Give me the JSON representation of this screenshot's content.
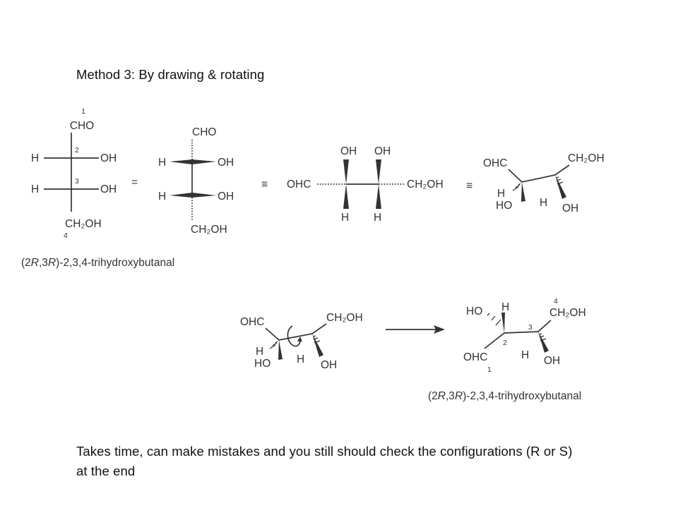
{
  "title": "Method 3: By drawing & rotating",
  "note": "Takes time, can make mistakes and you still should check the configurations (R or S) at the end",
  "labels": {
    "cho": "CHO",
    "oh": "OH",
    "h": "H",
    "ho": "HO",
    "ohc": "OHC",
    "ch2oh": "CH₂OH",
    "n1": "1",
    "n2": "2",
    "n3": "3",
    "n4": "4",
    "equiv": "=",
    "identical": "≡"
  },
  "caption": {
    "pre": "(2",
    "r1": "R",
    "mid": ",3",
    "r2": "R",
    "post": ")-2,3,4-trihydroxybutanal"
  }
}
